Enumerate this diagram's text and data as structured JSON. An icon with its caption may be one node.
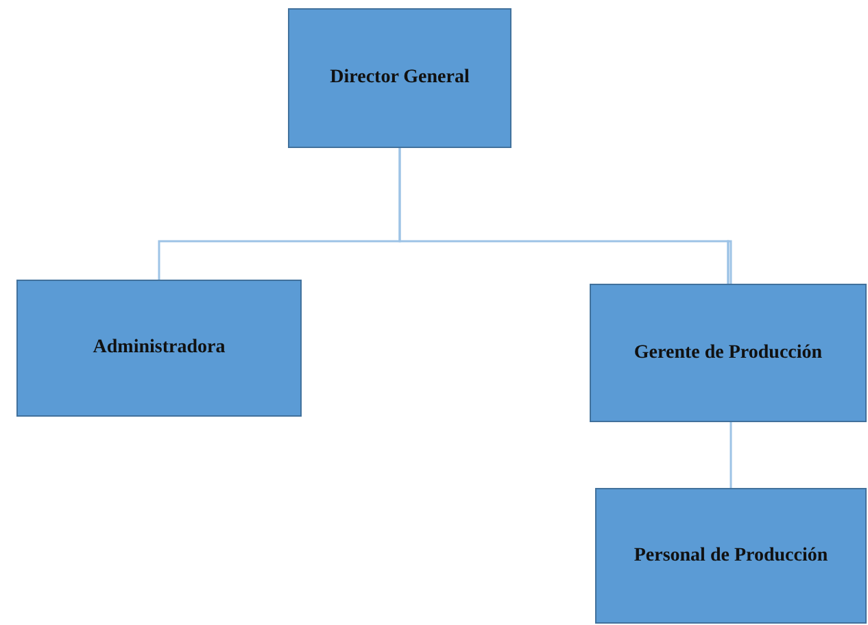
{
  "diagram": {
    "nodes": [
      {
        "text": [
          "Director General"
        ]
      },
      {
        "text": [
          "Administradora"
        ]
      },
      {
        "text": [
          "Gerente de Producción"
        ]
      },
      {
        "text": [
          "Personal de Producción"
        ]
      }
    ],
    "edges": [
      {
        "from": 0,
        "to": 1,
        "arrow": "none"
      },
      {
        "from": 0,
        "to": 2,
        "arrow": "none"
      },
      {
        "from": 2,
        "to": 3,
        "arrow": "none"
      }
    ]
  }
}
